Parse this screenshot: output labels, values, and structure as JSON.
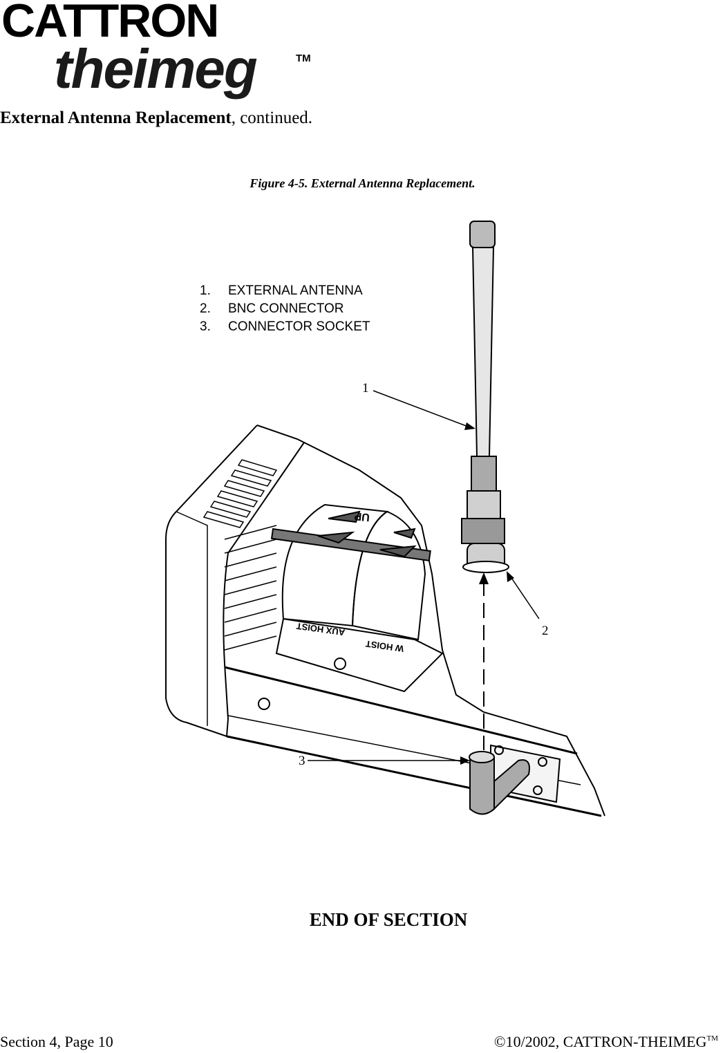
{
  "logo": {
    "brand_top": "CATTRON",
    "brand_bottom": "theimeg",
    "tm": "TM"
  },
  "heading": {
    "bold": "External Antenna Replacement",
    "rest": ", continued."
  },
  "figure": {
    "caption": "Figure 4-5.  External Antenna Replacement.",
    "legend": [
      {
        "num": "1.",
        "label": "EXTERNAL ANTENNA"
      },
      {
        "num": "2.",
        "label": "BNC CONNECTOR"
      },
      {
        "num": "3.",
        "label": "CONNECTOR SOCKET"
      }
    ],
    "callouts": [
      "1",
      "2",
      "3"
    ],
    "labels": {
      "up": "UP",
      "aux_hoist": "AUX HOIST",
      "w_hoist": "W HOIST"
    }
  },
  "end_text": "END OF SECTION",
  "footer": {
    "left": "Section 4, Page 10",
    "right": "©10/2002, CATTRON-THEIMEG",
    "tm": "TM"
  }
}
